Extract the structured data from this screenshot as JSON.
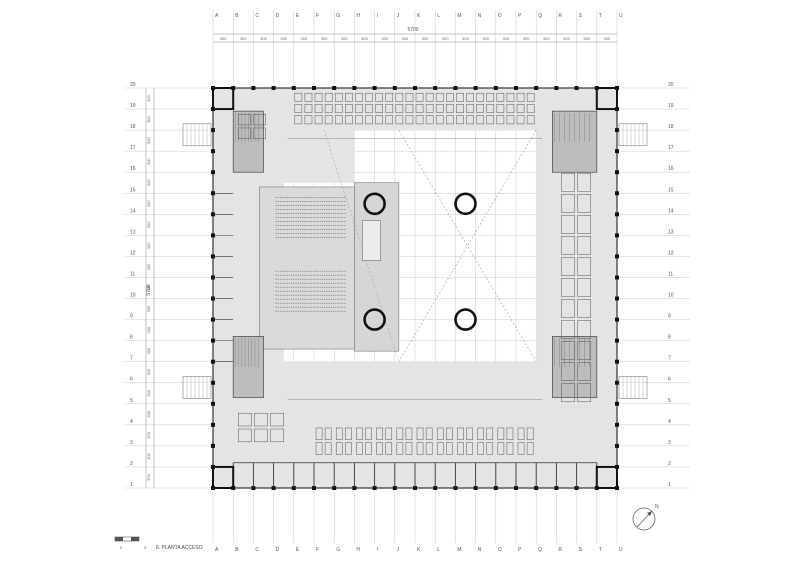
{
  "plan": {
    "column_labels": [
      "A",
      "B",
      "C",
      "D",
      "E",
      "F",
      "G",
      "H",
      "I",
      "J",
      "K",
      "L",
      "M",
      "N",
      "O",
      "P",
      "Q",
      "R",
      "S",
      "T",
      "U"
    ],
    "row_labels": [
      "1",
      "2",
      "3",
      "4",
      "5",
      "6",
      "7",
      "8",
      "9",
      "10",
      "11",
      "12",
      "13",
      "14",
      "15",
      "16",
      "17",
      "18",
      "19",
      "20"
    ],
    "bay_dimension": "300",
    "overall_dimension": "5700",
    "overall_dimension_side": "5700",
    "scale_bar_labels": [
      "0",
      "3"
    ],
    "caption": "6. PLANTA ACCESO",
    "north_label": "N"
  }
}
